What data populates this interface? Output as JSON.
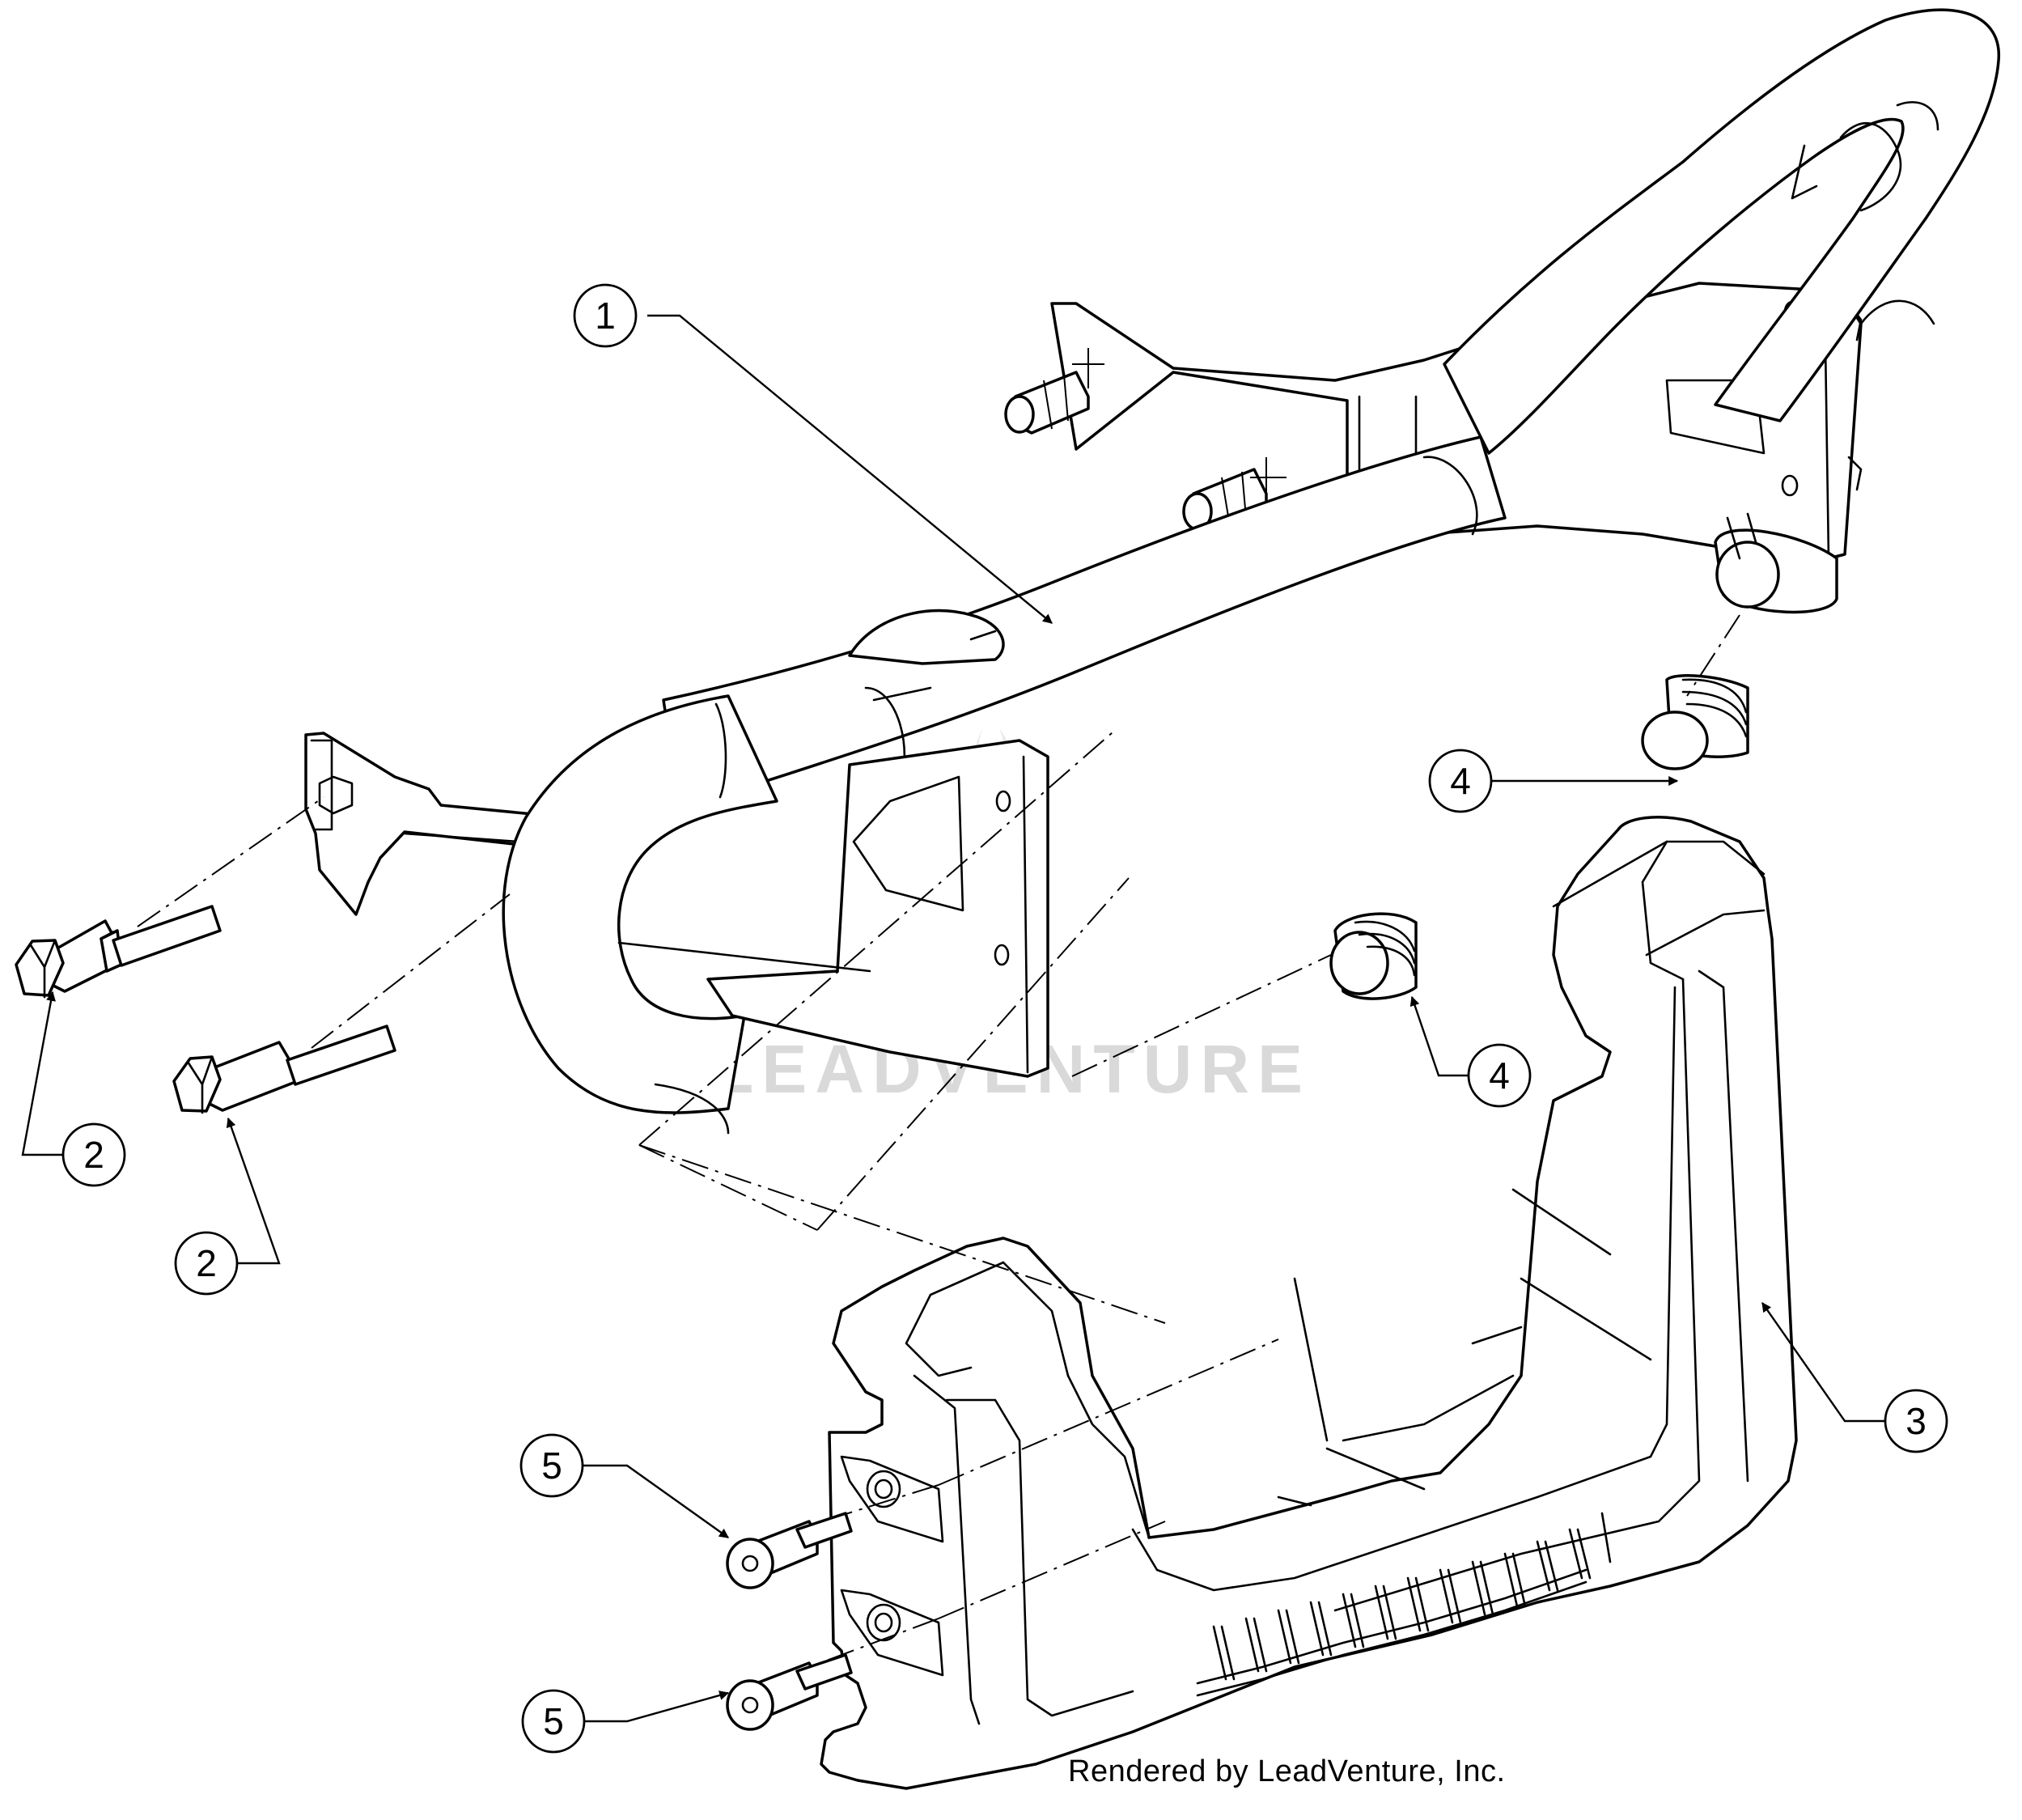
{
  "watermark": {
    "text": "LEADVENTURE"
  },
  "credit": {
    "text": "Rendered by LeadVenture, Inc."
  },
  "callouts": [
    {
      "id": "c1",
      "label": "1"
    },
    {
      "id": "c2a",
      "label": "2"
    },
    {
      "id": "c2b",
      "label": "2"
    },
    {
      "id": "c3",
      "label": "3"
    },
    {
      "id": "c4a",
      "label": "4"
    },
    {
      "id": "c4b",
      "label": "4"
    },
    {
      "id": "c5a",
      "label": "5"
    },
    {
      "id": "c5b",
      "label": "5"
    }
  ]
}
